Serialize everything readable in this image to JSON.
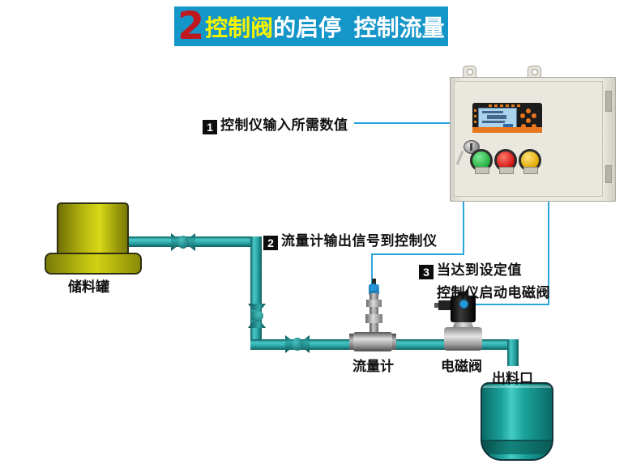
{
  "banner": {
    "number": "2",
    "highlight": "控制阀",
    "rest": "的启停  控制流量",
    "bg_color": "#1596C9",
    "number_color": "#C0181F",
    "highlight_color": "#F8F400",
    "text_color": "#FFFFFF"
  },
  "steps": [
    {
      "num": "1",
      "text": "控制仪输入所需数值"
    },
    {
      "num": "2",
      "text": "流量计输出信号到控制仪"
    },
    {
      "num": "3",
      "line1": "当达到设定值",
      "line2": "控制仪启动电磁阀"
    }
  ],
  "equipment": {
    "tank_label": "储料罐",
    "flow_meter_label": "流量计",
    "solenoid_label": "电磁阀",
    "outlet_label": "出料口"
  },
  "colors": {
    "pipe_teal": "#2AA3A3",
    "wire_blue": "#2AA5DC",
    "tank_yellow": "#C9C912",
    "bucket_teal": "#16A099",
    "cabinet_beige": "#EAE7DE",
    "lcd_blue": "#A9D4EC",
    "stripe_orange": "#E8761E",
    "button_green": "#2DC84D",
    "button_red": "#E01818",
    "button_yellow": "#F0C000"
  }
}
